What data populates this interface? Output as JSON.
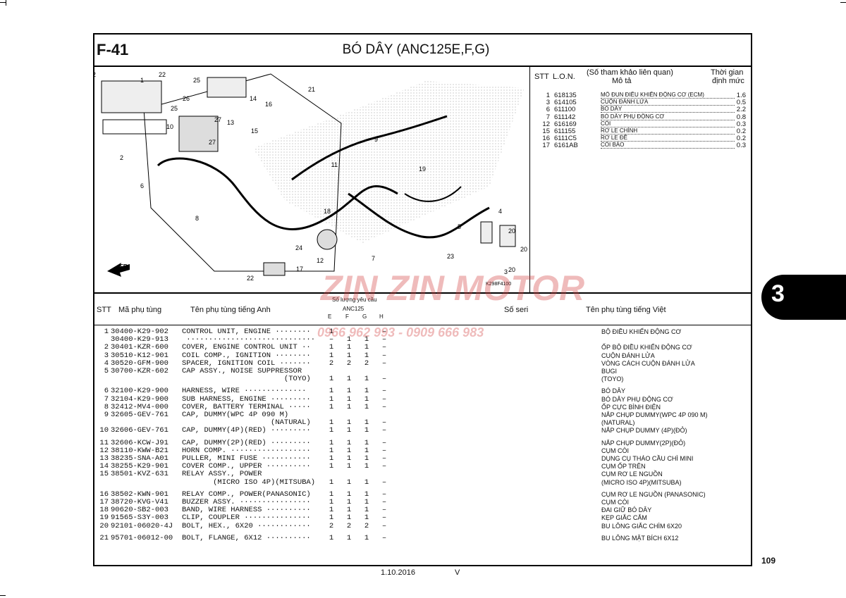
{
  "header": {
    "code": "F-41",
    "title": "BÓ DÂY (ANC125E,F,G)"
  },
  "summary": {
    "col_stt": "STT",
    "col_lon": "L.O.N.",
    "col_ref": "(Số tham khảo liên quan)",
    "col_desc": "Mô tả",
    "col_time": "Thời gian",
    "col_time2": "định mức",
    "rows": [
      {
        "n": "1",
        "lon": "618135",
        "desc": "MÔ ĐUN ĐIỀU KHIỂN ĐỘNG CƠ (ECM)",
        "hr": "1.6"
      },
      {
        "n": "3",
        "lon": "614105",
        "desc": "CUỘN ĐÁNH LỬA",
        "hr": "0.5"
      },
      {
        "n": "6",
        "lon": "611100",
        "desc": "BÓ DÂY",
        "hr": "2.2"
      },
      {
        "n": "7",
        "lon": "611142",
        "desc": "BÓ DÂY PHỤ ĐỘNG CƠ",
        "hr": "0.8"
      },
      {
        "n": "12",
        "lon": "616169",
        "desc": "CÒI",
        "hr": "0.3"
      },
      {
        "n": "15",
        "lon": "611155",
        "desc": "RƠ LE CHÍNH",
        "hr": "0.2"
      },
      {
        "n": "16",
        "lon": "6111C5",
        "desc": "RƠ LE ĐỀ",
        "hr": "0.2"
      },
      {
        "n": "17",
        "lon": "6161AB",
        "desc": "CÒI BÁO",
        "hr": "0.3"
      }
    ]
  },
  "diagram": {
    "ref_code": "K298F4100",
    "fr_label": "FR.",
    "callouts": [
      "22",
      "1",
      "22",
      "25",
      "14",
      "26",
      "16",
      "21",
      "25",
      "27",
      "13",
      "10",
      "15",
      "27",
      "2",
      "9",
      "11",
      "19",
      "6",
      "8",
      "4",
      "18",
      "5",
      "20",
      "24",
      "12",
      "7",
      "23",
      "20",
      "3",
      "22",
      "17",
      "20"
    ]
  },
  "list": {
    "col_stt": "STT",
    "col_part": "Mã phụ tùng",
    "col_en": "Tên phụ tùng tiếng Anh",
    "col_qty": "Số lượng yêu cầu",
    "col_model": "ANC125",
    "col_e": "E",
    "col_f": "F",
    "col_g": "G",
    "col_h": "H",
    "col_serial": "Số seri",
    "col_vn": "Tên phụ tùng tiếng Việt",
    "rows": [
      {
        "n": "1",
        "pn": "30400-K29-902",
        "en": "CONTROL UNIT, ENGINE ········",
        "e": "1",
        "f": "",
        "g": "",
        "h": "–",
        "vn": "BỘ ĐIỀU KHIỂN ĐỘNG CƠ"
      },
      {
        "n": "",
        "pn": "30400-K29-913",
        "en": " ·····························",
        "e": "–",
        "f": "1",
        "g": "1",
        "h": "–",
        "vn": ""
      },
      {
        "n": "2",
        "pn": "30401-KZR-600",
        "en": "COVER, ENGINE CONTROL UNIT ··",
        "e": "1",
        "f": "1",
        "g": "1",
        "h": "–",
        "vn": "ỐP BỘ ĐIỀU KHIỂN ĐỘNG CƠ"
      },
      {
        "n": "3",
        "pn": "30510-K12-901",
        "en": "COIL COMP., IGNITION ········",
        "e": "1",
        "f": "1",
        "g": "1",
        "h": "–",
        "vn": "CUỘN ĐÁNH LỬA"
      },
      {
        "n": "4",
        "pn": "30520-GFM-900",
        "en": "SPACER, IGNITION COIL ·······",
        "e": "2",
        "f": "2",
        "g": "2",
        "h": "–",
        "vn": "VÒNG CÁCH CUỘN ĐÁNH LỬA"
      },
      {
        "n": "5",
        "pn": "30700-KZR-602",
        "en": "CAP ASSY., NOISE SUPPRESSOR",
        "e": "",
        "f": "",
        "g": "",
        "h": "",
        "vn": "BUGI"
      },
      {
        "n": "",
        "pn": "",
        "en": "                       (TOYO)",
        "e": "1",
        "f": "1",
        "g": "1",
        "h": "–",
        "vn": "      (TOYO)"
      },
      {
        "n": "6",
        "pn": "32100-K29-900",
        "en": "HARNESS, WIRE ··············",
        "e": "1",
        "f": "1",
        "g": "1",
        "h": "–",
        "vn": "BÓ DÂY"
      },
      {
        "n": "7",
        "pn": "32104-K29-900",
        "en": "SUB HARNESS, ENGINE ·········",
        "e": "1",
        "f": "1",
        "g": "1",
        "h": "–",
        "vn": "BÓ DÂY PHỤ ĐỘNG CƠ"
      },
      {
        "n": "8",
        "pn": "32412-MV4-000",
        "en": "COVER, BATTERY TERMINAL ·····",
        "e": "1",
        "f": "1",
        "g": "1",
        "h": "–",
        "vn": "ỐP CỰC BÌNH ĐIỆN"
      },
      {
        "n": "9",
        "pn": "32605-GEV-761",
        "en": "CAP, DUMMY(WPC 4P 090 M)",
        "e": "",
        "f": "",
        "g": "",
        "h": "",
        "vn": "NẮP CHỤP DUMMY(WPC 4P 090 M)"
      },
      {
        "n": "",
        "pn": "",
        "en": "                    (NATURAL)",
        "e": "1",
        "f": "1",
        "g": "1",
        "h": "–",
        "vn": "                          (NATURAL)"
      },
      {
        "n": "10",
        "pn": "32606-GEV-761",
        "en": "CAP, DUMMY(4P)(RED) ·········",
        "e": "1",
        "f": "1",
        "g": "1",
        "h": "–",
        "vn": "NẮP CHỤP DUMMY (4P)(ĐỎ)"
      },
      {
        "n": "11",
        "pn": "32606-KCW-J91",
        "en": "CAP, DUMMY(2P)(RED) ·········",
        "e": "1",
        "f": "1",
        "g": "1",
        "h": "–",
        "vn": "NẮP CHỤP DUMMY(2P)(ĐỎ)"
      },
      {
        "n": "12",
        "pn": "38110-KWW-B21",
        "en": "HORN COMP. ··················",
        "e": "1",
        "f": "1",
        "g": "1",
        "h": "–",
        "vn": "CỤM CÒI"
      },
      {
        "n": "13",
        "pn": "38235-SNA-A01",
        "en": "PULLER, MINI FUSE ···········",
        "e": "1",
        "f": "1",
        "g": "1",
        "h": "–",
        "vn": "DỤNG CỤ THÁO CẦU CHÌ MINI"
      },
      {
        "n": "14",
        "pn": "38255-K29-901",
        "en": "COVER COMP., UPPER ··········",
        "e": "1",
        "f": "1",
        "g": "1",
        "h": "–",
        "vn": "CỤM ỐP TRÊN"
      },
      {
        "n": "15",
        "pn": "38501-KVZ-631",
        "en": "RELAY ASSY., POWER",
        "e": "",
        "f": "",
        "g": "",
        "h": "",
        "vn": "CỤM RƠ LE NGUỒN"
      },
      {
        "n": "",
        "pn": "",
        "en": "       (MICRO ISO 4P)(MITSUBA)",
        "e": "1",
        "f": "1",
        "g": "1",
        "h": "–",
        "vn": "            (MICRO ISO 4P)(MITSUBA)"
      },
      {
        "n": "16",
        "pn": "38502-KWN-901",
        "en": "RELAY COMP., POWER(PANASONIC)",
        "e": "1",
        "f": "1",
        "g": "1",
        "h": "–",
        "vn": "CỤM RƠ LE NGUỒN (PANASONIC)"
      },
      {
        "n": "17",
        "pn": "38720-KVG-V41",
        "en": "BUZZER ASSY. ················",
        "e": "1",
        "f": "1",
        "g": "1",
        "h": "–",
        "vn": "CỤM CÒI"
      },
      {
        "n": "18",
        "pn": "90620-SB2-003",
        "en": "BAND, WIRE HARNESS ··········",
        "e": "1",
        "f": "1",
        "g": "1",
        "h": "–",
        "vn": "ĐAI GIỮ BÓ DÂY"
      },
      {
        "n": "19",
        "pn": "91565-S3Y-003",
        "en": "CLIP, COUPLER ···············",
        "e": "1",
        "f": "1",
        "g": "1",
        "h": "–",
        "vn": "KẸP GIẮC CẮM"
      },
      {
        "n": "20",
        "pn": "92101-06020-4J",
        "en": "BOLT, HEX., 6X20 ············",
        "e": "2",
        "f": "2",
        "g": "2",
        "h": "–",
        "vn": "BU LÔNG GIẮC CHÌM 6X20"
      },
      {
        "n": "21",
        "pn": "95701-06012-00",
        "en": "BOLT, FLANGE, 6X12 ··········",
        "e": "1",
        "f": "1",
        "g": "1",
        "h": "–",
        "vn": "BU LÔNG MẶT BÍCH 6X12"
      }
    ]
  },
  "side_tab": "3",
  "page_number": "109",
  "footer": {
    "date": "1.10.2016",
    "rev": "V"
  },
  "watermark": {
    "brand": "ZIN ZIN MOTOR",
    "phone": "0966 962 993 - 0909 666 983"
  }
}
